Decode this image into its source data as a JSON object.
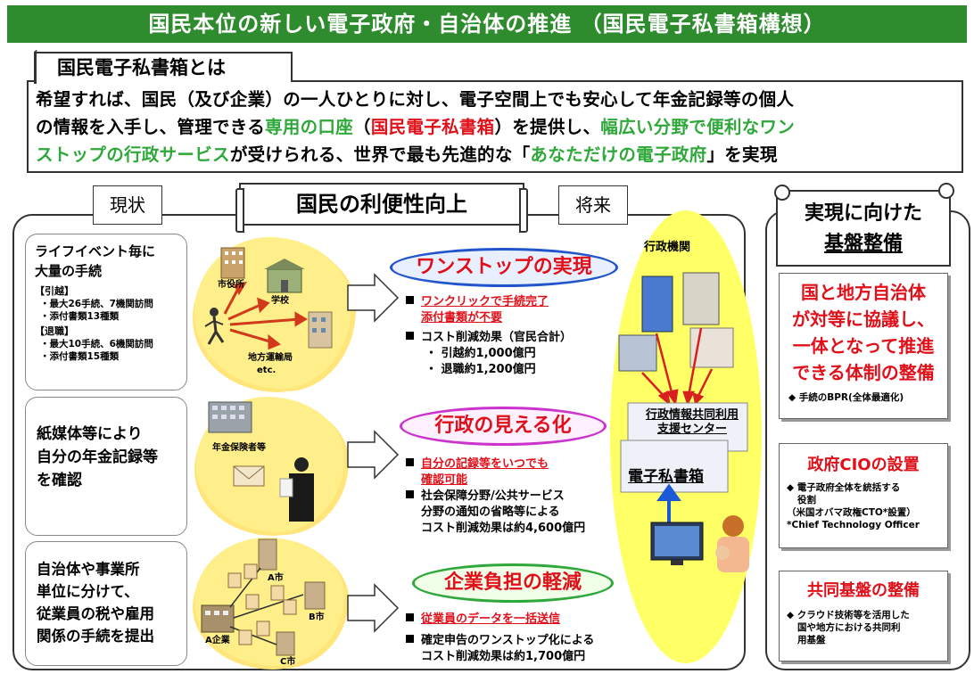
{
  "title": "国民本位の新しい電子政府・自治体の推進 （国民電子私書箱構想）",
  "definition": {
    "tab_label": "国民電子私書箱とは",
    "line1": "希望すれば、国民（及び企業）の一人ひとりに対し、電子空間上でも安心して年金記録等の個人",
    "line2_a": "の情報を入手し、管理できる",
    "line2_b": "専用の口座",
    "line2_c": "（",
    "line2_d": "国民電子私書箱",
    "line2_e": "）を提供し、",
    "line2_f": "幅広い分野で便利なワン",
    "line3_a": "ストップの行政サービス",
    "line3_b": "が受けられる、世界で最も先進的な「",
    "line3_c": "あなただけの電子政府",
    "line3_d": "」を実現"
  },
  "labels": {
    "now": "現状",
    "banner": "国民の利便性向上",
    "future": "将来"
  },
  "card1": {
    "head1": "ライフイベント毎に",
    "head2": "大量の手続",
    "move_title": "【引越】",
    "move_item1": "・最大26手続、7機関訪問",
    "move_item2": "・添付書類13種類",
    "retire_title": "【退職】",
    "retire_item1": "・最大10手続、6機関訪問",
    "retire_item2": "・添付書類15種類"
  },
  "card2": {
    "line1": "紙媒体等により",
    "line2": "自分の年金記録等",
    "line3": "を確認"
  },
  "card3": {
    "line1": "自治体や事業所",
    "line2": "単位に分けて、",
    "line3": "従業員の税や雇用",
    "line4": "関係の手続を提出"
  },
  "cloud1": {
    "city_hall": "市役所",
    "school": "学校",
    "transport": "地方運輸局",
    "etc": "etc."
  },
  "cloud2": {
    "pension": "年金保険者等"
  },
  "cloud3": {
    "city_a": "A市",
    "city_b": "B市",
    "city_c": "C市",
    "company": "A企業"
  },
  "future1": {
    "oval": "ワンストップの実現",
    "b1_line1": "ワンクリックで手続完了",
    "b1_line2": "添付書類が不要",
    "b2_line1": "コスト削減効果（官民合計）",
    "b2_sub1": "・ 引越約1,000億円",
    "b2_sub2": "・ 退職約1,200億円"
  },
  "future2": {
    "oval": "行政の見える化",
    "b1_line1": "自分の記録等をいつでも",
    "b1_line2": "確認可能",
    "b2_line1": "社会保障分野/公共サービス",
    "b2_line2": "分野の通知の省略等による",
    "b2_line3": "コスト削減効果は約4,600億円"
  },
  "future3": {
    "oval": "企業負担の軽減",
    "b1": "従業員のデータを一括送信",
    "b2_line1": "確定申告のワンストップ化による",
    "b2_line2": "コスト削減効果は約1,700億円"
  },
  "ellipse": {
    "agencies": "行政機関",
    "center1": "行政情報共同利用",
    "center2": "支援センター",
    "mailbox": "電子私書箱"
  },
  "right": {
    "head1": "実現に向けた",
    "head2": "基盤整備",
    "box1_l1": "国と地方自治体",
    "box1_l2": "が対等に協議し、",
    "box1_l3": "一体となって推進",
    "box1_l4": "できる体制の整備",
    "box1_note": "◆ 手続のBPR(全体最適化)",
    "box2_title": "政府CIOの設置",
    "box2_l1": "◆ 電子政府全体を統括する",
    "box2_l2": "役割",
    "box2_l3": "（米国オバマ政権CTO*設置）",
    "box2_l4": "*Chief Technology Officer",
    "box3_title": "共同基盤の整備",
    "box3_l1": "◆ クラウド技術等を活用した",
    "box3_l2": "国や地方における共同利",
    "box3_l3": "用基盤"
  },
  "colors": {
    "title_bg": "#2e8b2e",
    "accent_red": "#e0101a",
    "accent_green": "#2ea83a",
    "cloud": "#ffef8a",
    "ellipse": "#ffff66"
  }
}
